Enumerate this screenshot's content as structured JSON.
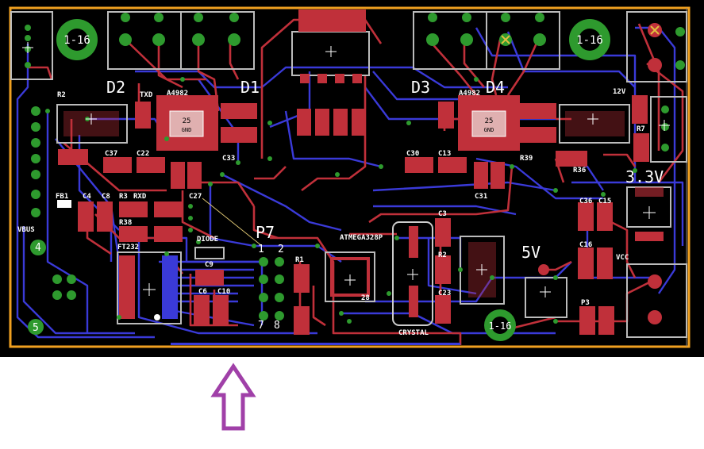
{
  "board": {
    "background": "#000000",
    "outline_color": "#f0a020",
    "top_copper_color": "#c0303a",
    "bottom_copper_color": "#3a3ad8",
    "pad_color": "#c0303a",
    "via_color": "#2e9a2e",
    "silk_color": "#ffffff"
  },
  "labels": {
    "d2": "D2",
    "d1": "D1",
    "d3": "D3",
    "d4": "D4",
    "p7": "P7",
    "v33": "3.3V",
    "v5": "5V",
    "v12": "12V",
    "mcu": "ATMEGA328P",
    "crystal": "CRYSTAL",
    "chip_a": "25",
    "chip_a_sub": "GND",
    "chip_b": "25",
    "chip_b_sub": "GND",
    "ic_a": "A4982",
    "ic_b": "A4982",
    "ftdi": "FT232",
    "vbus": "VBUS",
    "r2": "R2",
    "r1": "R1",
    "r3": "R3",
    "c37": "C37",
    "c22": "C22",
    "c23": "C23",
    "c33": "C33",
    "c27": "C27",
    "c13": "C13",
    "c30": "C30",
    "c31": "C31",
    "c36": "C36",
    "c15": "C15",
    "c16": "C16",
    "c6": "C6",
    "c8": "C8",
    "r36": "R36",
    "r38": "R38",
    "r39": "R39",
    "r7": "R7",
    "txd": "TXD",
    "rxd": "RXD",
    "fb1": "FB1",
    "c4": "C4",
    "p3": "P3",
    "vcc": "VCC",
    "c9": "C9",
    "c10": "C10",
    "c3": "C3",
    "diode": "DIODE",
    "pin2": "2",
    "pin1": "1",
    "pin7": "7",
    "pin8": "8",
    "pin4": "4",
    "pin5": "5",
    "pin28": "28",
    "mount_1": "1-16",
    "mount_2": "1-16",
    "mount_3": "1-16"
  }
}
